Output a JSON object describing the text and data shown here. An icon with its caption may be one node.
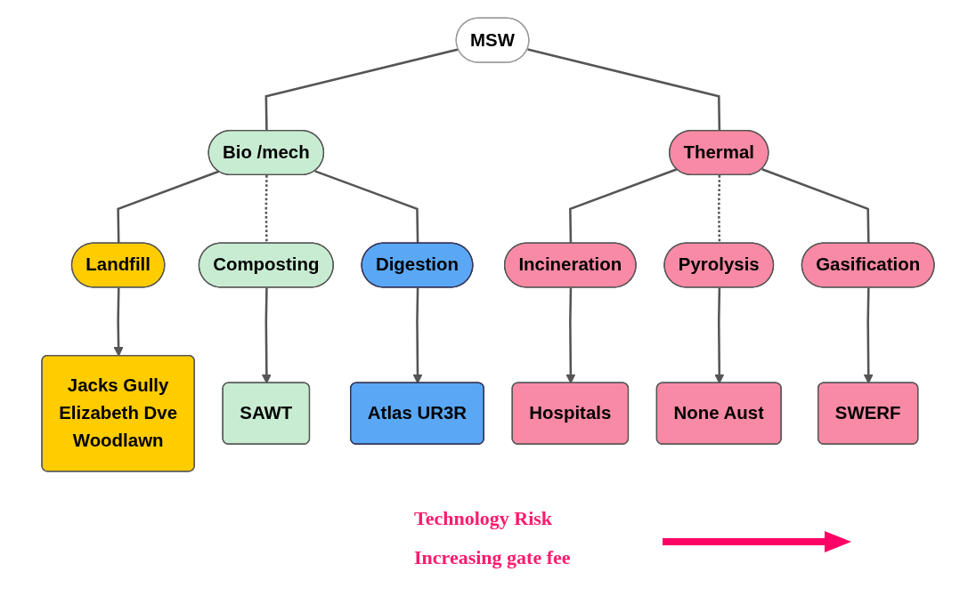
{
  "diagram": {
    "nodes": [
      {
        "text": [
          "MSW"
        ]
      },
      {
        "text": [
          "Bio /mech"
        ]
      },
      {
        "text": [
          "Thermal"
        ]
      },
      {
        "text": [
          "Landfill"
        ]
      },
      {
        "text": [
          "Composting"
        ]
      },
      {
        "text": [
          "Digestion"
        ]
      },
      {
        "text": [
          "Incineration"
        ]
      },
      {
        "text": [
          "Pyrolysis"
        ]
      },
      {
        "text": [
          "Gasification"
        ]
      },
      {
        "text": [
          "Jacks Gully",
          "Elizabeth Dve",
          "Woodlawn"
        ]
      },
      {
        "text": [
          "SAWT"
        ]
      },
      {
        "text": [
          "Atlas UR3R"
        ]
      },
      {
        "text": [
          "Hospitals"
        ]
      },
      {
        "text": [
          "None Aust"
        ]
      },
      {
        "text": [
          "SWERF"
        ]
      }
    ],
    "edges": [
      {
        "from": 0,
        "to": 1,
        "arrow": "none"
      },
      {
        "from": 0,
        "to": 2,
        "arrow": "none"
      },
      {
        "from": 1,
        "to": 3,
        "arrow": "none"
      },
      {
        "from": 1,
        "to": 4,
        "arrow": "none",
        "style": "dashed"
      },
      {
        "from": 1,
        "to": 5,
        "arrow": "none"
      },
      {
        "from": 2,
        "to": 6,
        "arrow": "none"
      },
      {
        "from": 2,
        "to": 7,
        "arrow": "none",
        "style": "dashed"
      },
      {
        "from": 2,
        "to": 8,
        "arrow": "none"
      },
      {
        "from": 3,
        "to": 9,
        "arrow": "to"
      },
      {
        "from": 4,
        "to": 10,
        "arrow": "to"
      },
      {
        "from": 5,
        "to": 11,
        "arrow": "to"
      },
      {
        "from": 6,
        "to": 12,
        "arrow": "to"
      },
      {
        "from": 7,
        "to": 13,
        "arrow": "to"
      },
      {
        "from": 8,
        "to": 14,
        "arrow": "to"
      }
    ],
    "labels": [
      "Technology Risk",
      "Increasing gate fee"
    ]
  }
}
